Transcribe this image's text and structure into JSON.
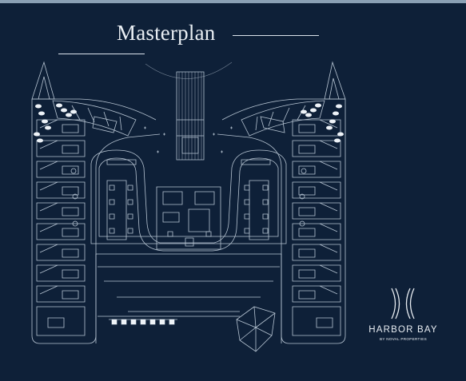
{
  "header": {
    "title": "Masterplan"
  },
  "brand": {
    "name": "HARBOR BAY",
    "tagline": "BY NOVAL PROPERTIES",
    "logo_icon": "harbor-bay-logo-icon"
  },
  "colors": {
    "background": "#0e2038",
    "top_bar": "#8aa0b4",
    "line": "#c9d6e3",
    "text": "#e9eef3"
  }
}
